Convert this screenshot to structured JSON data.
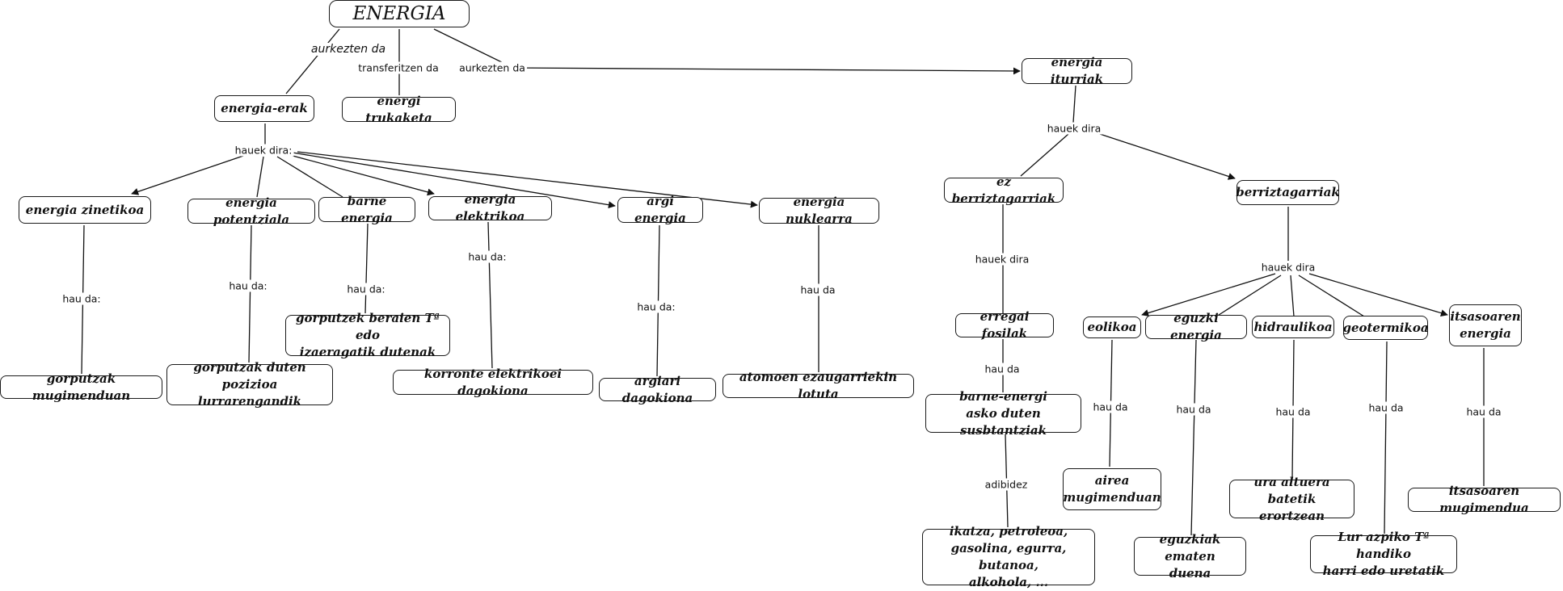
{
  "nodes": {
    "energia": "ENERGIA",
    "energia_erak": "energia-erak",
    "energi_trukaketa": "energi trukaketa",
    "energia_iturriak": "energia iturriak",
    "energia_zinetikoa": "energia zinetikoa",
    "energia_potentziala": "energia potentziala",
    "barne_energia": "barne energia",
    "energia_elektrikoa": "energia elektrikoa",
    "argi_energia": "argi energia",
    "energia_nuklearra": "energia nuklearra",
    "gorputzak_mugimenduan": "gorputzak mugimenduan",
    "gorputzak_duten_pozizioa": "gorputzak duten pozizioa\nlurrarengandik",
    "gorputzek_beraien_t": "gorputzek beraien Tª edo\nizaeragatik dutenak",
    "korronte_elektrikoei": "korronte elektrikoei dagokiona",
    "argiari_dagokiona": "argiari dagokiona",
    "atomoen_ezaugarriekin": "atomoen ezaugarriekin lotuta",
    "ez_berriztagarriak": "ez berriztagarriak",
    "berriztagarriak": "berriztagarriak",
    "erregai_fosilak": "erregai fosilak",
    "barne_energi_susbtantziak": "barne-energi\nasko duten susbtantziak",
    "ikatza_petroleoa": "ikatza, petroleoa,\ngasolina, egurra, butanoa,\nalkohola, ...",
    "eolikoa": "eolikoa",
    "eguzki_energia": "eguzki energia",
    "hidraulikoa": "hidraulikoa",
    "geotermikoa": "geotermikoa",
    "itsasoaren_energia": "itsasoaren\nenergia",
    "airea_mugimenduan": "airea\nmugimenduan",
    "eguzkiak_ematen_duena": "eguzkiak ematen\nduena",
    "ura_altuera": "ura altuera batetik\nerortzean",
    "lur_azpiko": "Lur azpiko Tª handiko\nharri edo uretatik",
    "itsasoaren_mugimendua": "itsasoaren mugimendua"
  },
  "links": {
    "aurkezten_da_1": "aurkezten da",
    "transferitzen_da": "transferitzen da",
    "aurkezten_da_2": "aurkezten da",
    "hauek_dira_colon": "hauek dira:",
    "hau_da_colon_zinetikoa": "hau da:",
    "hau_da_colon_potentziala": "hau da:",
    "hau_da_colon_barne": "hau da:",
    "hau_da_colon_elektrikoa": "hau da:",
    "hau_da_colon_argi": "hau da:",
    "hau_da_nuklearra": "hau da",
    "hauek_dira_iturriak": "hauek dira",
    "hauek_dira_ez_berriz": "hauek dira",
    "hauek_dira_berriz": "hauek dira",
    "hau_da_erregai": "hau da",
    "adibidez": "adibidez",
    "hau_da_eolikoa": "hau da",
    "hau_da_eguzki": "hau da",
    "hau_da_hidraulikoa": "hau da",
    "hau_da_geotermikoa": "hau da",
    "hau_da_itsasoa": "hau da"
  }
}
